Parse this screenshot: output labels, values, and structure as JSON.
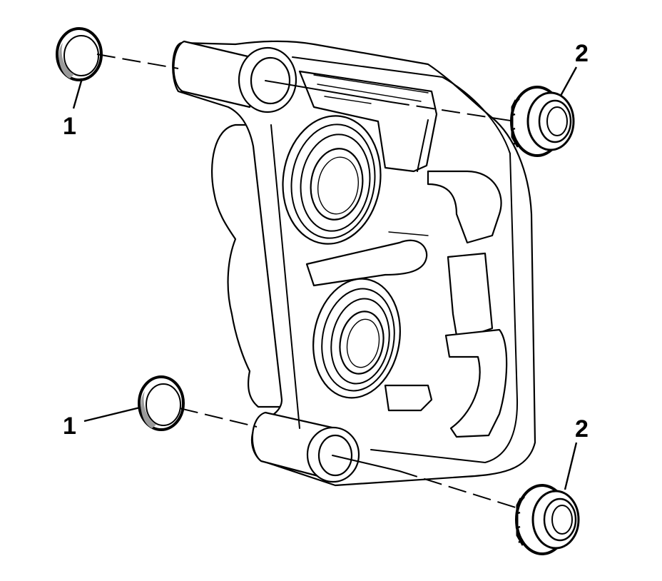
{
  "callouts": {
    "bushing_upper": "1",
    "bushing_lower": "1",
    "bolt_boot_upper": "2",
    "bolt_boot_lower": "2"
  }
}
